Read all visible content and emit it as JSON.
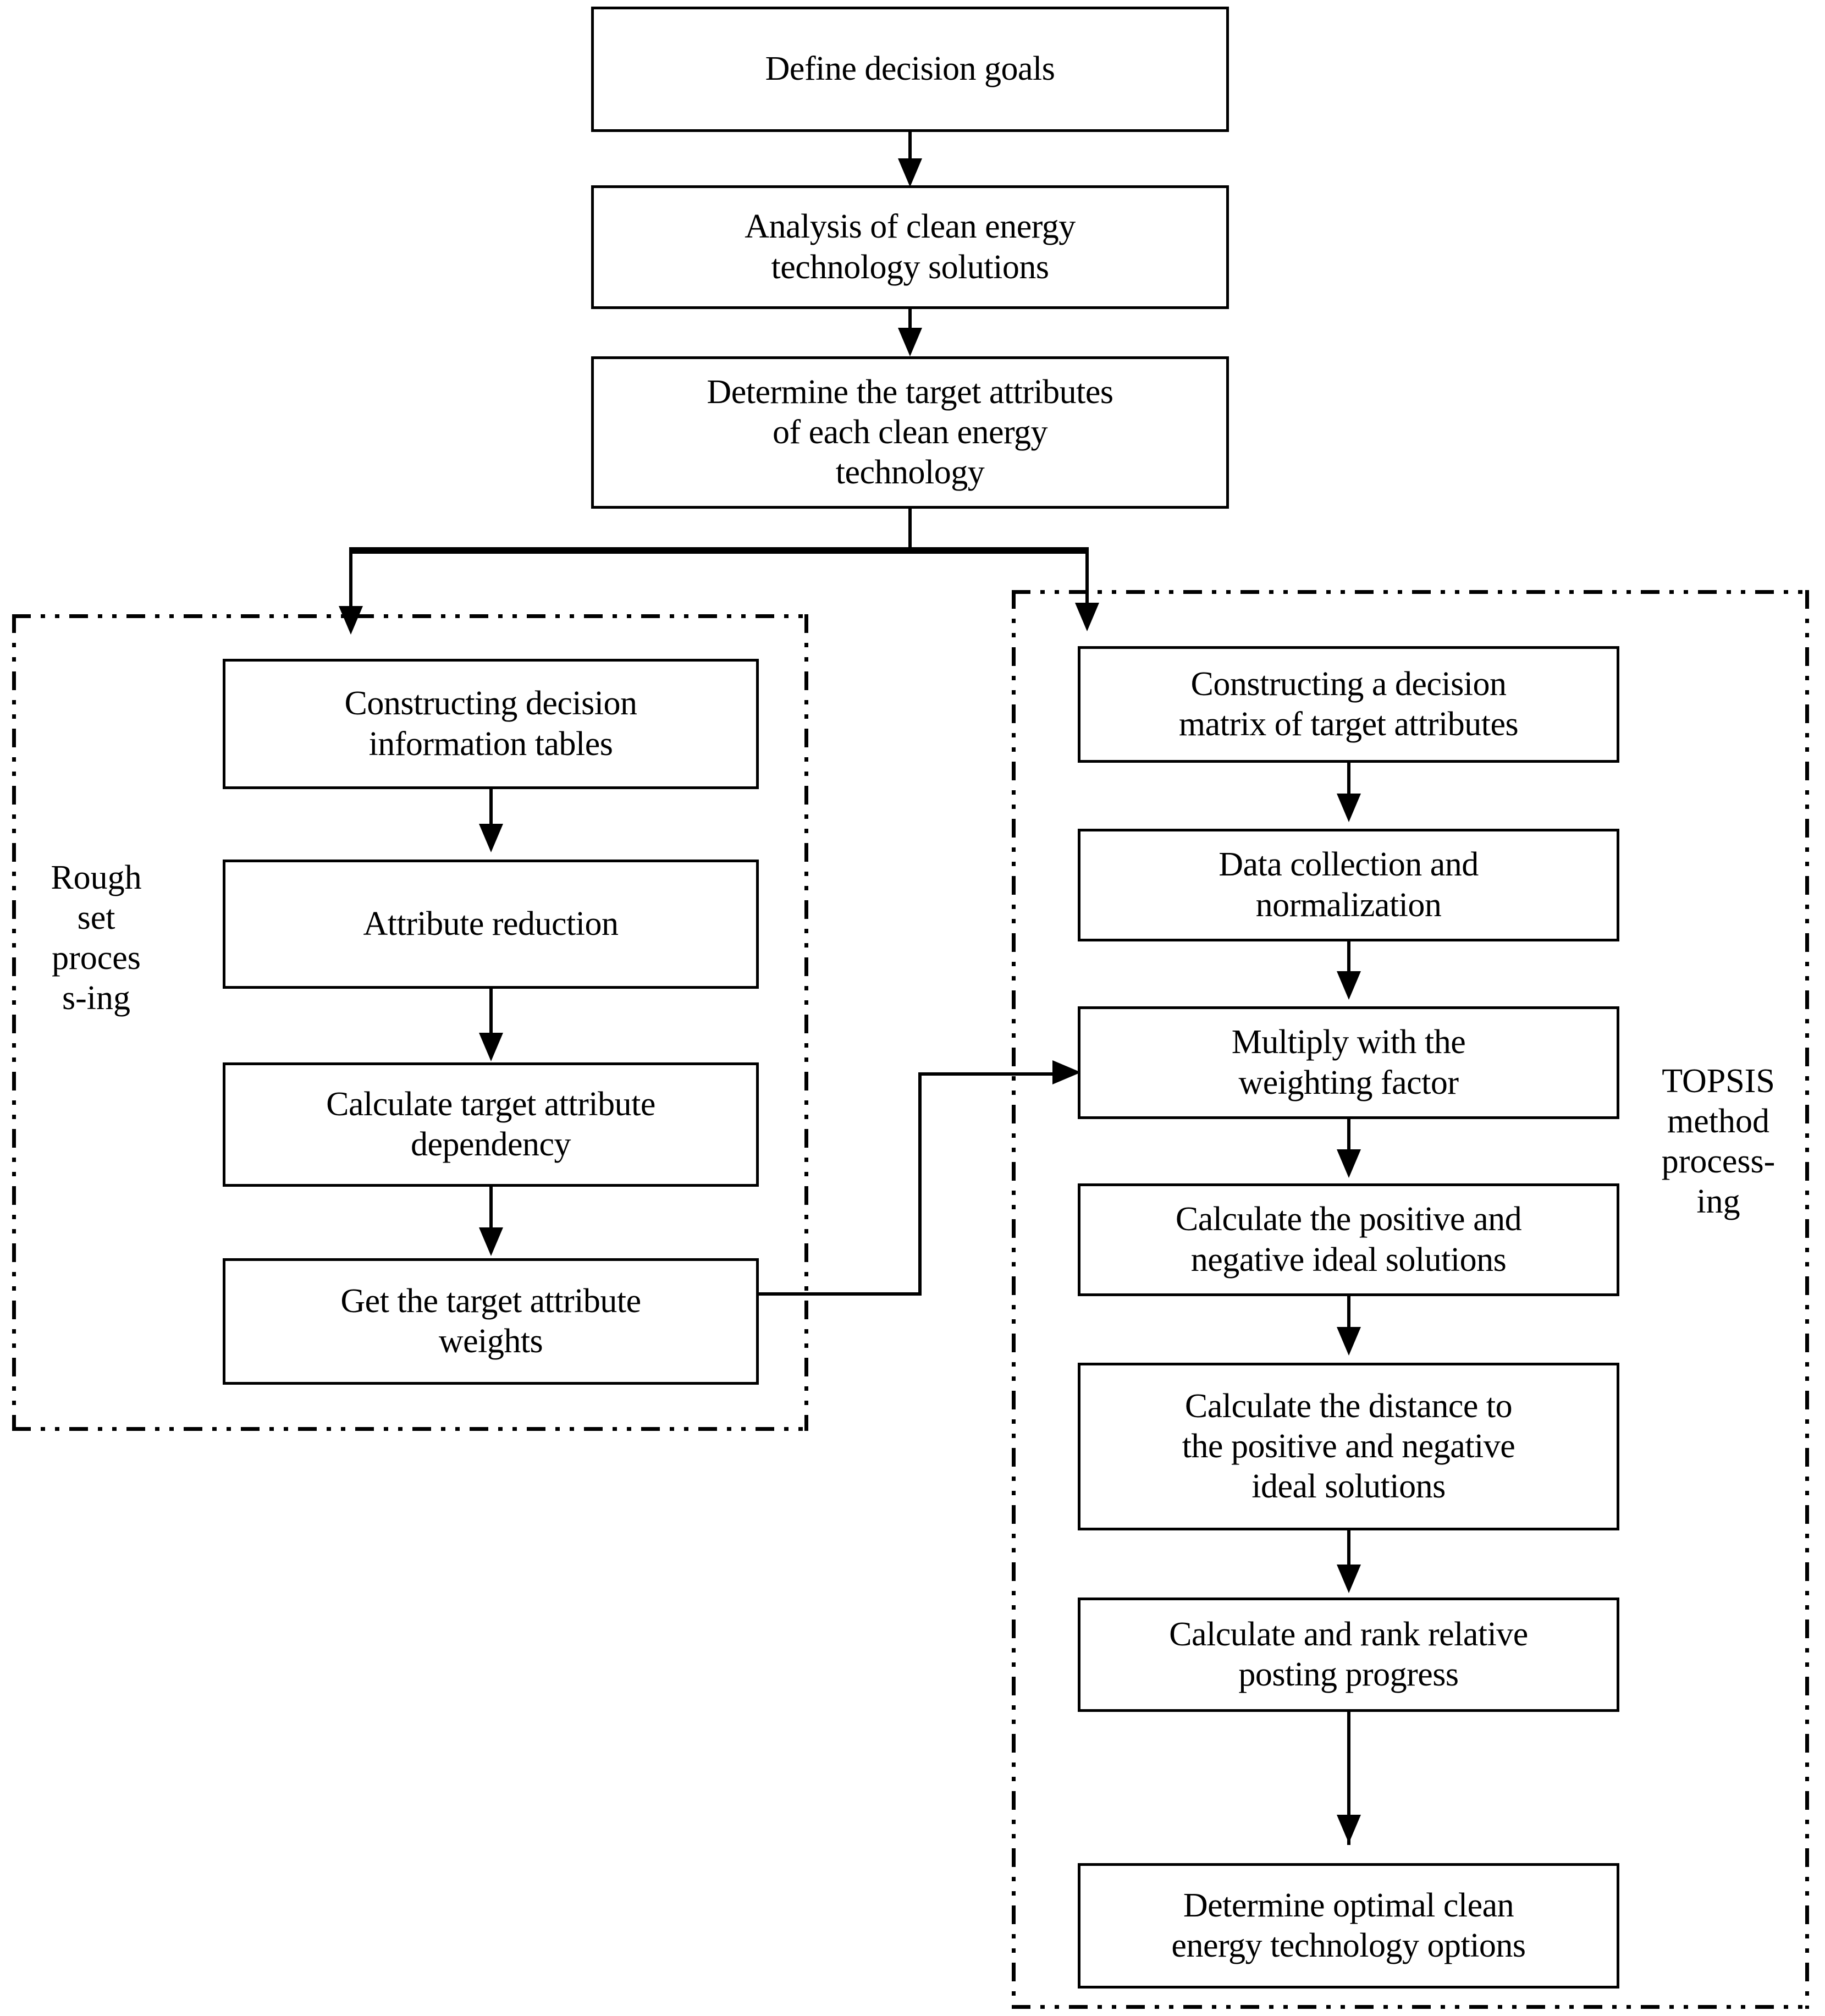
{
  "diagram": {
    "title": "Rough set and TOPSIS clean energy technology decision flowchart",
    "line_color": "#000000",
    "background_color": "#ffffff"
  },
  "top_flow": [
    {
      "id": "define-decision-goals",
      "label": "Define decision goals"
    },
    {
      "id": "analysis-clean-energy",
      "label": "Analysis of clean energy\ntechnology solutions"
    },
    {
      "id": "determine-target-attributes",
      "label": "Determine the target attributes\nof each clean energy\ntechnology"
    }
  ],
  "left_group": {
    "id": "rough-set-processing",
    "side_label": "Rough\nset\nproces\ns-ing",
    "steps": [
      {
        "id": "constructing-decision-information-tables",
        "label": "Constructing decision\ninformation tables"
      },
      {
        "id": "attribute-reduction",
        "label": "Attribute reduction"
      },
      {
        "id": "calculate-target-attribute-dependency",
        "label": "Calculate target attribute\ndependency"
      },
      {
        "id": "get-target-attribute-weights",
        "label": "Get the target attribute\nweights"
      }
    ]
  },
  "right_group": {
    "id": "topsis-method-processing",
    "side_label": "TOPSIS\nmethod\nprocess-\ning",
    "steps": [
      {
        "id": "constructing-decision-matrix",
        "label": "Constructing a decision\nmatrix of target attributes"
      },
      {
        "id": "data-collection-normalization",
        "label": "Data collection and\nnormalization"
      },
      {
        "id": "multiply-weighting-factor",
        "label": "Multiply with the\nweighting factor"
      },
      {
        "id": "calculate-positive-negative-ideal-solutions",
        "label": "Calculate the positive and\nnegative ideal solutions"
      },
      {
        "id": "calculate-distance-ideal-solutions",
        "label": "Calculate the distance to\nthe positive and negative\nideal solutions"
      },
      {
        "id": "calculate-rank-relative-posting-progress",
        "label": "Calculate and rank relative\nposting progress"
      },
      {
        "id": "determine-optimal-clean-energy-options",
        "label": "Determine optimal clean\nenergy technology options"
      }
    ]
  }
}
